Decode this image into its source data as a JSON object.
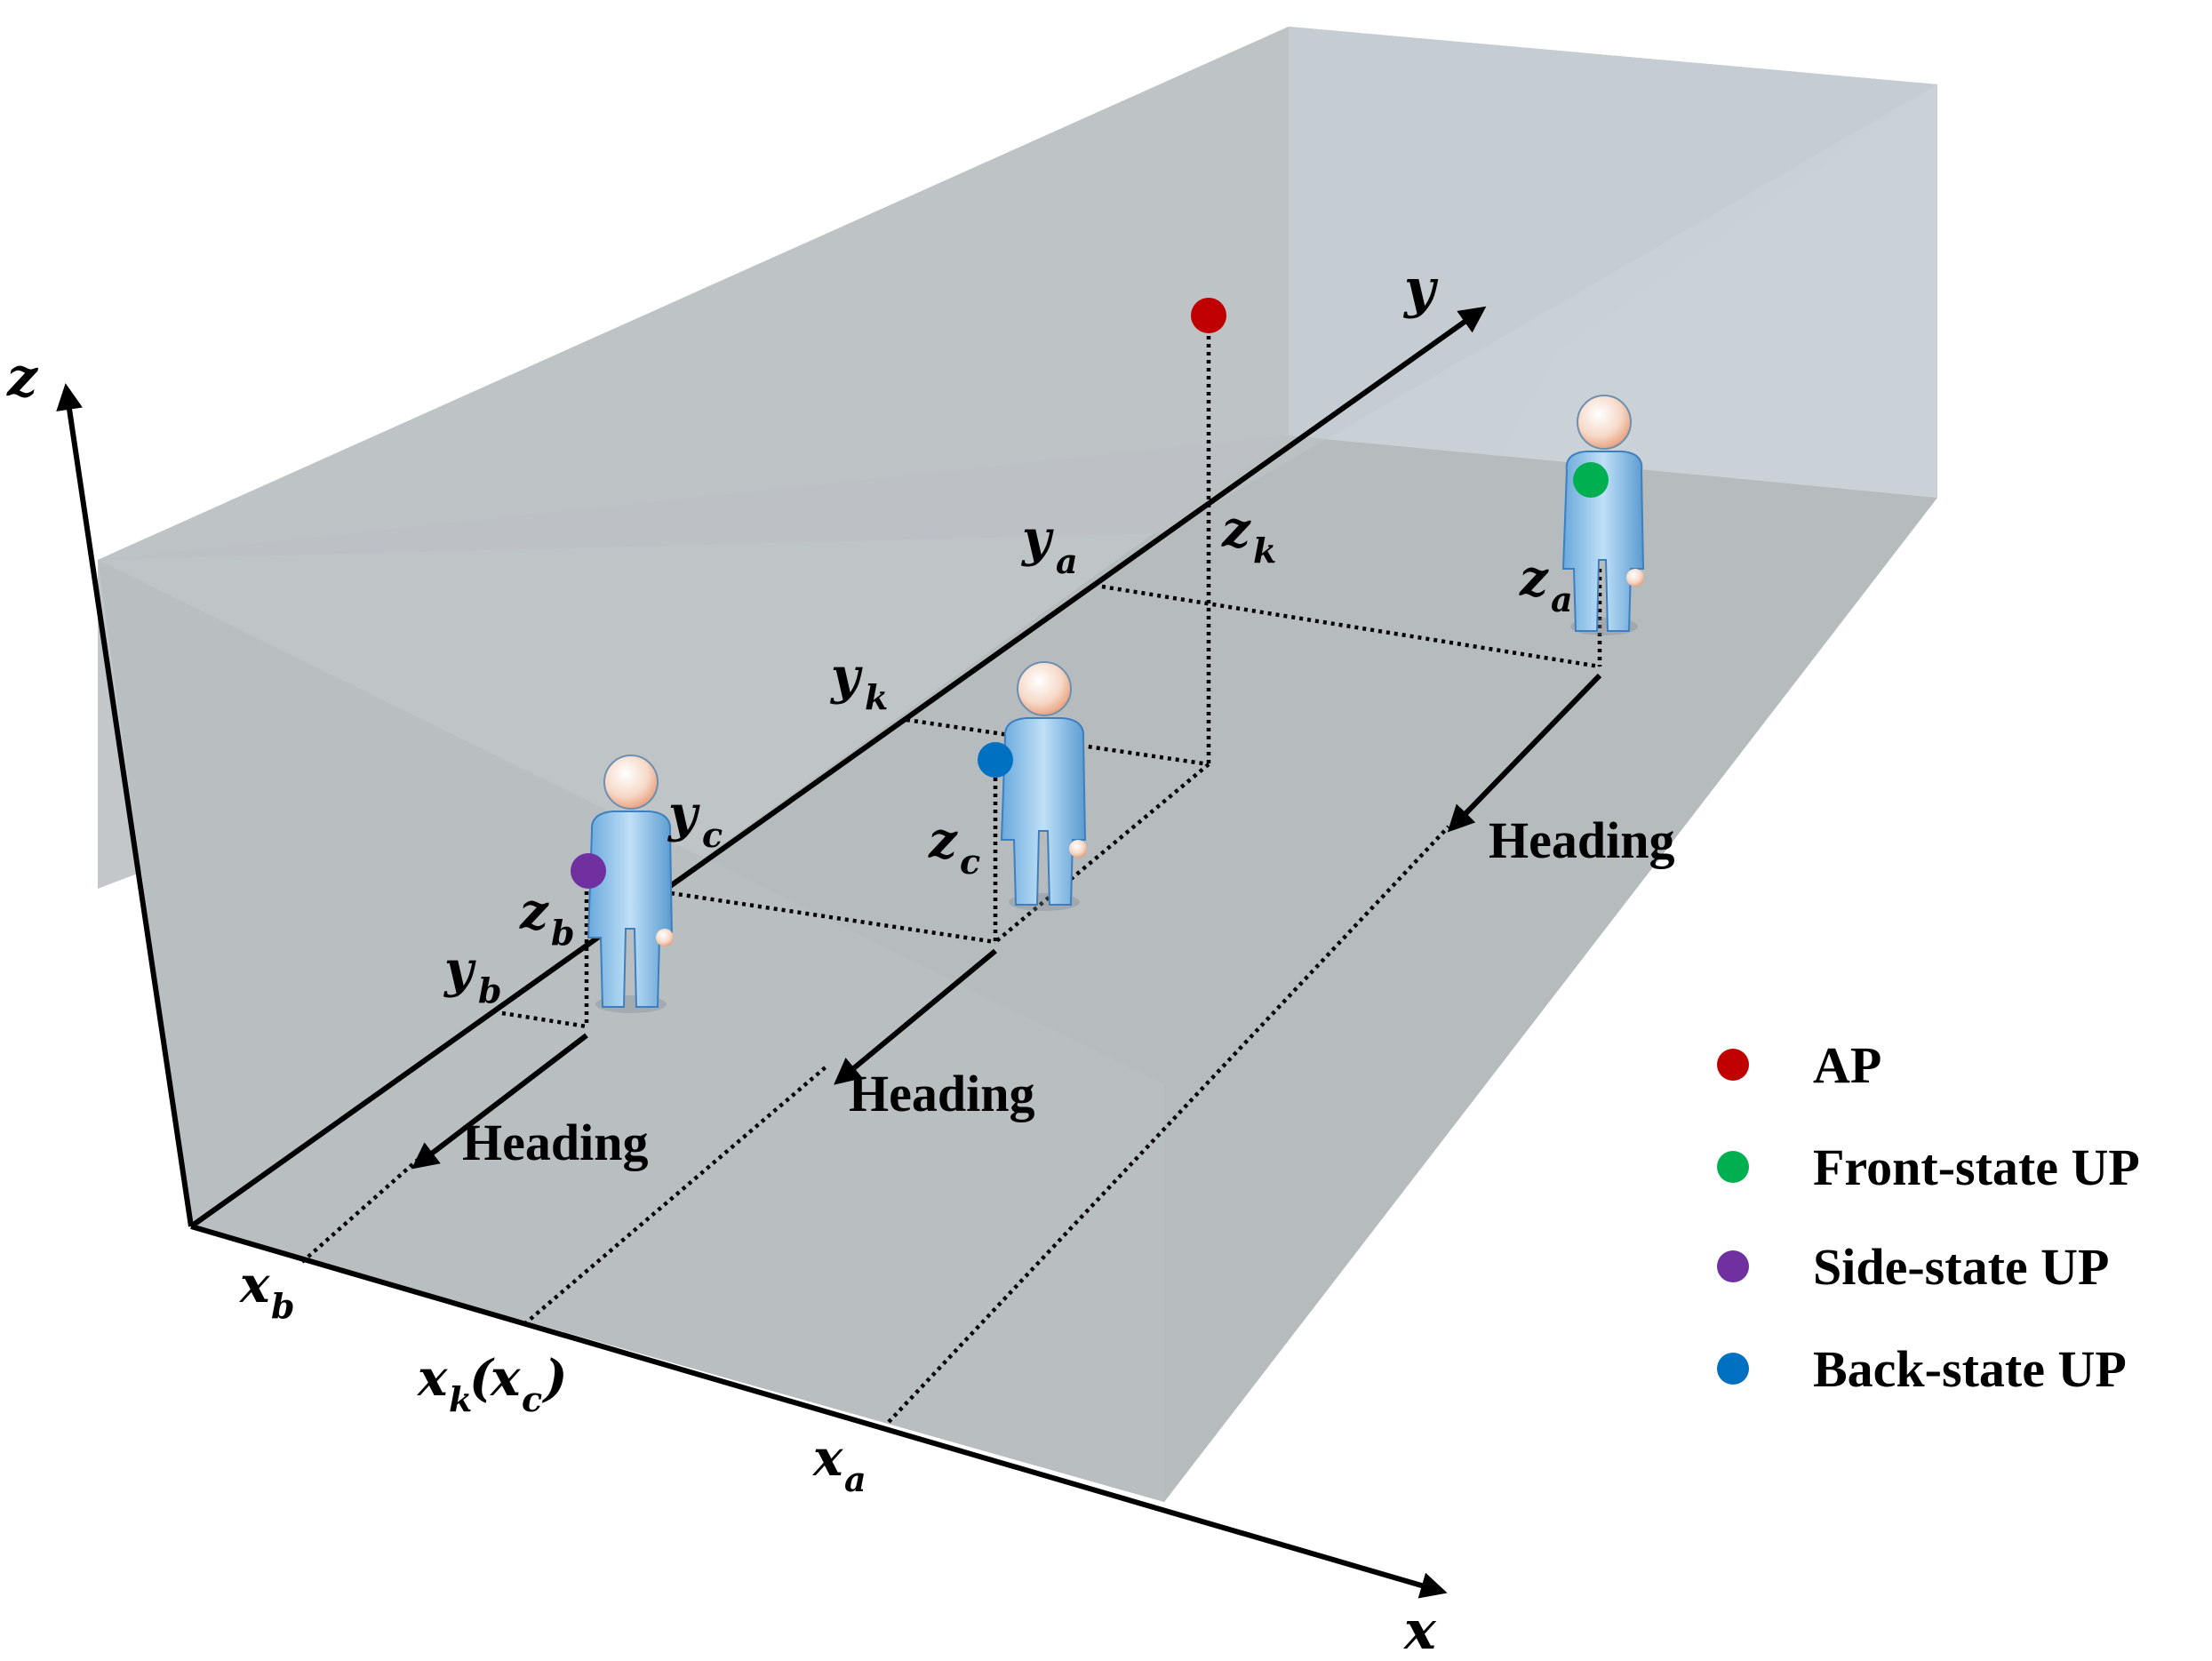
{
  "axes": {
    "x": {
      "letter": "x"
    },
    "y": {
      "letter": "y"
    },
    "z": {
      "letter": "z"
    }
  },
  "coordinate_labels": {
    "xb": {
      "main": "x",
      "sub": "b"
    },
    "xk": {
      "main": "x",
      "sub": "k",
      "paren_main": "x",
      "paren_sub": "c"
    },
    "xa": {
      "main": "x",
      "sub": "a"
    },
    "ya": {
      "main": "y",
      "sub": "a"
    },
    "yk": {
      "main": "y",
      "sub": "k"
    },
    "yc": {
      "main": "y",
      "sub": "c"
    },
    "yb": {
      "main": "y",
      "sub": "b"
    },
    "zk": {
      "main": "z",
      "sub": "k"
    },
    "za": {
      "main": "z",
      "sub": "a"
    },
    "zc": {
      "main": "z",
      "sub": "c"
    },
    "zb": {
      "main": "z",
      "sub": "b"
    }
  },
  "heading_labels": [
    "Heading",
    "Heading",
    "Heading"
  ],
  "legend": [
    {
      "label": "AP",
      "color": "#c00000"
    },
    {
      "label": "Front-state UP",
      "color": "#00b050"
    },
    {
      "label": "Side-state UP",
      "color": "#7030a0"
    },
    {
      "label": "Back-state UP",
      "color": "#0070c0"
    }
  ],
  "colors": {
    "room_floor": "#b9bec1",
    "room_back_wall": "#c7cbcd",
    "room_right_wall": "#d3dce3",
    "person_body": "#9cc8ea"
  }
}
